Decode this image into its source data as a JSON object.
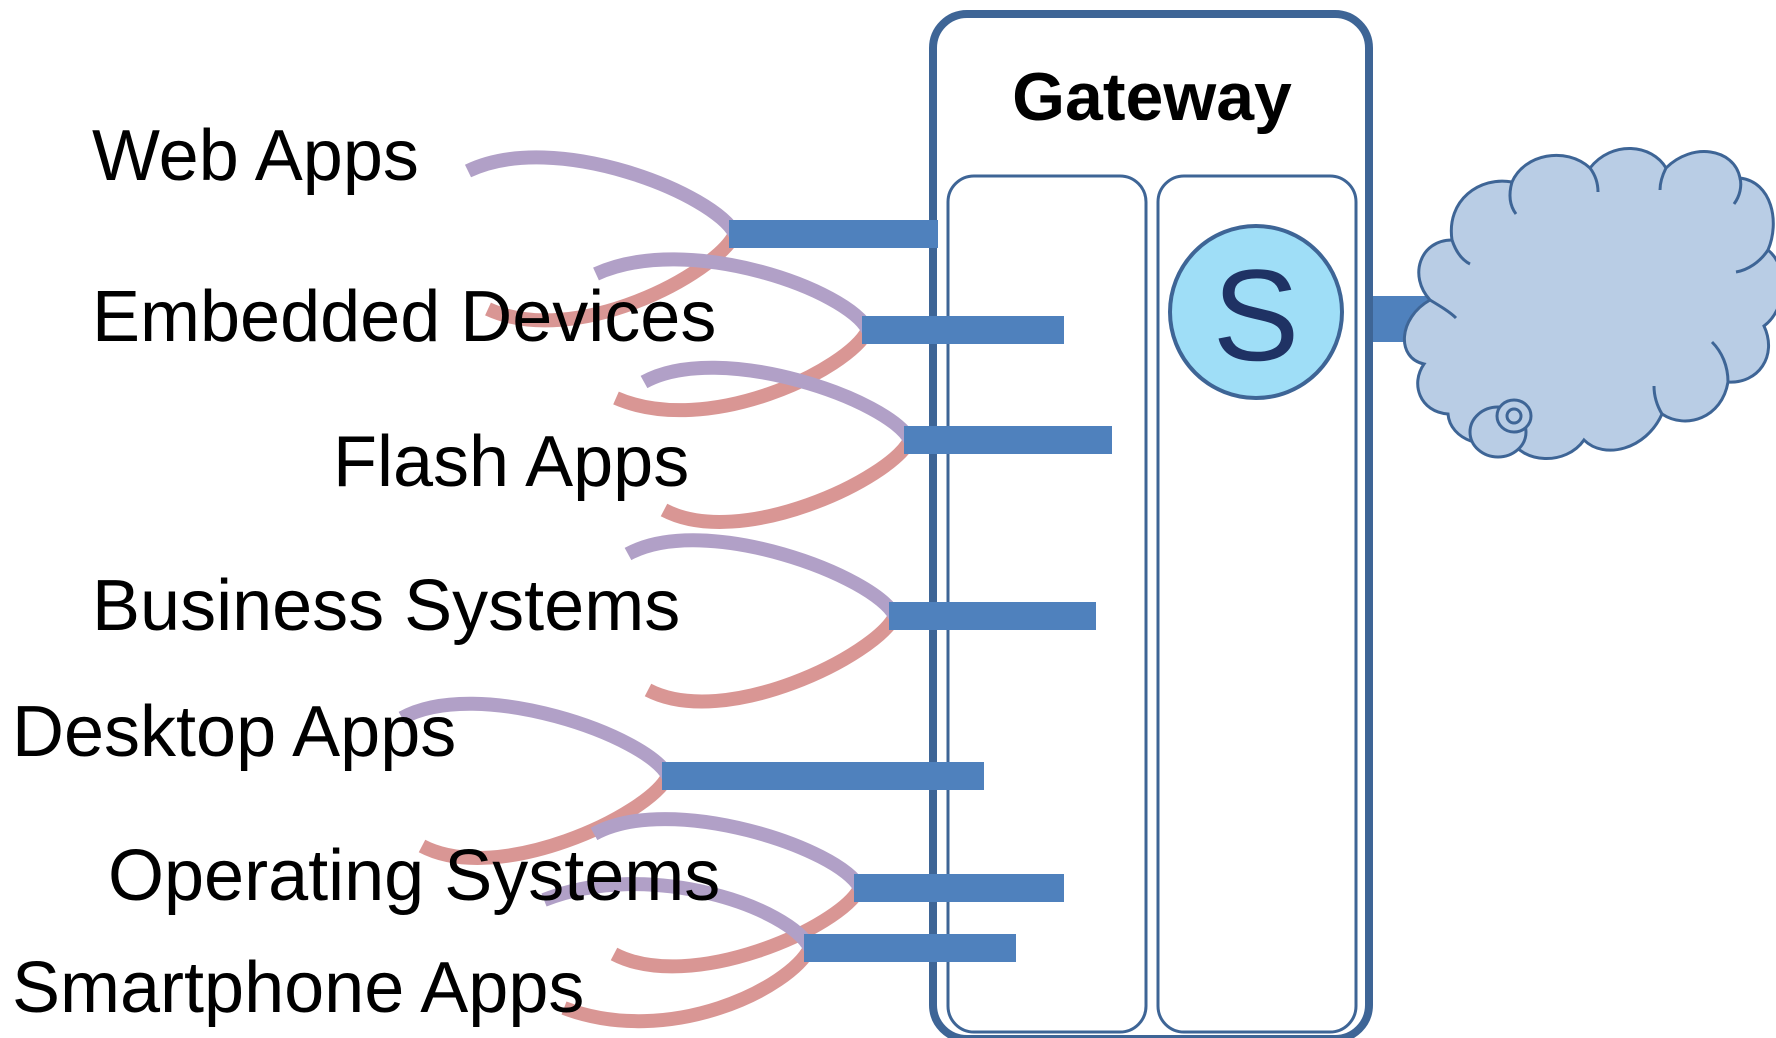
{
  "gateway": {
    "title": "Gateway",
    "server_label": "S"
  },
  "clients": [
    {
      "id": "web-apps",
      "label": "Web Apps"
    },
    {
      "id": "embedded-devices",
      "label": "Embedded Devices"
    },
    {
      "id": "flash-apps",
      "label": "Flash Apps"
    },
    {
      "id": "business-systems",
      "label": "Business Systems"
    },
    {
      "id": "desktop-apps",
      "label": "Desktop Apps"
    },
    {
      "id": "operating-systems",
      "label": "Operating Systems"
    },
    {
      "id": "smartphone-apps",
      "label": "Smartphone Apps"
    }
  ],
  "colors": {
    "frame": "#3e6596",
    "connector": "#4f81bd",
    "arc_upper": "#b1a0c7",
    "arc_lower": "#d99694",
    "server_fill": "#9fdef7",
    "server_text": "#1f3264",
    "cloud_fill": "#b9cde5",
    "cloud_stroke": "#3e6596",
    "text": "#000000"
  }
}
